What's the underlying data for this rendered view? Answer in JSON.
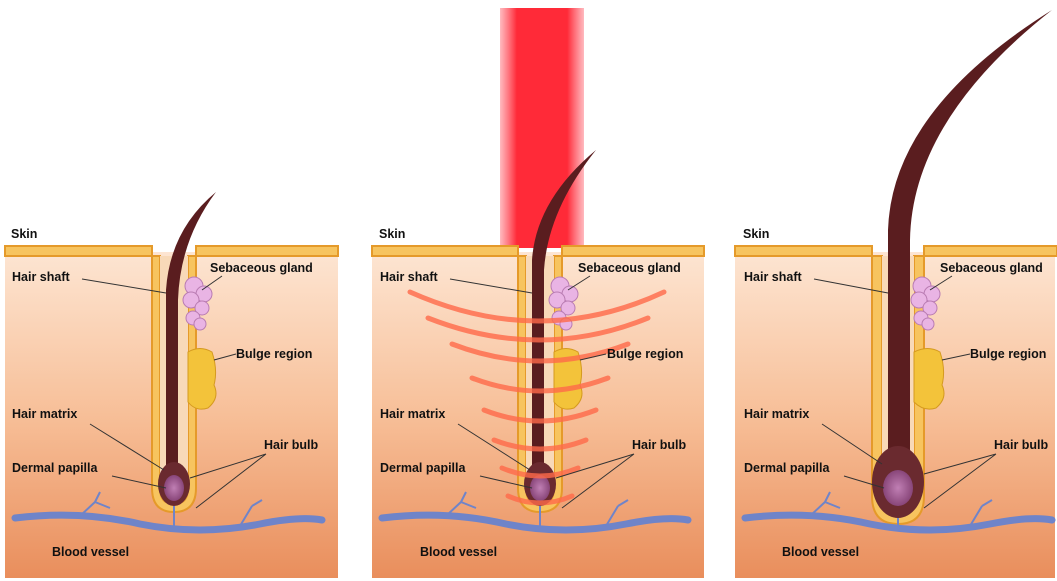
{
  "labels": {
    "skin": "Skin",
    "hair_shaft": "Hair shaft",
    "sebaceous_gland": "Sebaceous gland",
    "bulge_region": "Bulge region",
    "hair_matrix": "Hair matrix",
    "hair_bulb": "Hair bulb",
    "dermal_papilla": "Dermal papilla",
    "blood_vessel": "Blood vessel"
  },
  "panels": [
    {
      "name": "panel-before",
      "laser": false,
      "hair_growth": "short"
    },
    {
      "name": "panel-laser",
      "laser": true,
      "hair_growth": "short"
    },
    {
      "name": "panel-regrowth",
      "laser": false,
      "hair_growth": "long"
    }
  ],
  "colors": {
    "dermis_top": "#fde3cf",
    "dermis_bottom": "#e9915f",
    "skin_border": "#e59a2a",
    "follicle_fill": "#f7c45f",
    "hair": "#5a1d1f",
    "papilla": "#a25a8e",
    "gland": "#e9b4e4",
    "bulge": "#f3c33a",
    "vessel": "#6f84c9",
    "laser": "#ff1f2e"
  }
}
